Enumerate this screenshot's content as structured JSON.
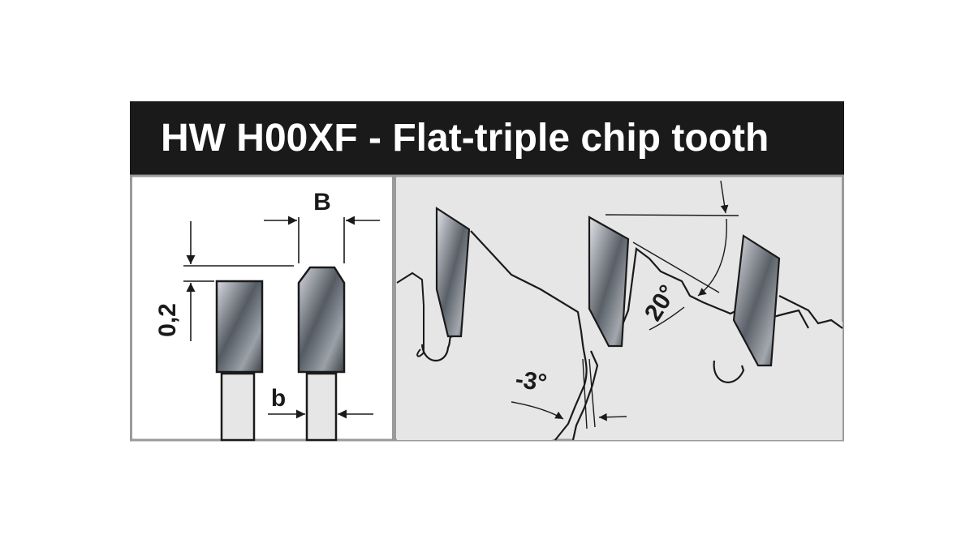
{
  "title": "HW H00XF - Flat-triple chip tooth",
  "labels": {
    "width_major": "B",
    "width_minor": "b",
    "height_offset": "0,2",
    "hook_angle": "-3°",
    "clearance_angle": "20°"
  },
  "colors": {
    "title_bg": "#1a1a1a",
    "title_text": "#ffffff",
    "panel_border": "#9a9a9a",
    "right_panel_bg": "#e6e6e6",
    "outline": "#1a1a1a"
  }
}
